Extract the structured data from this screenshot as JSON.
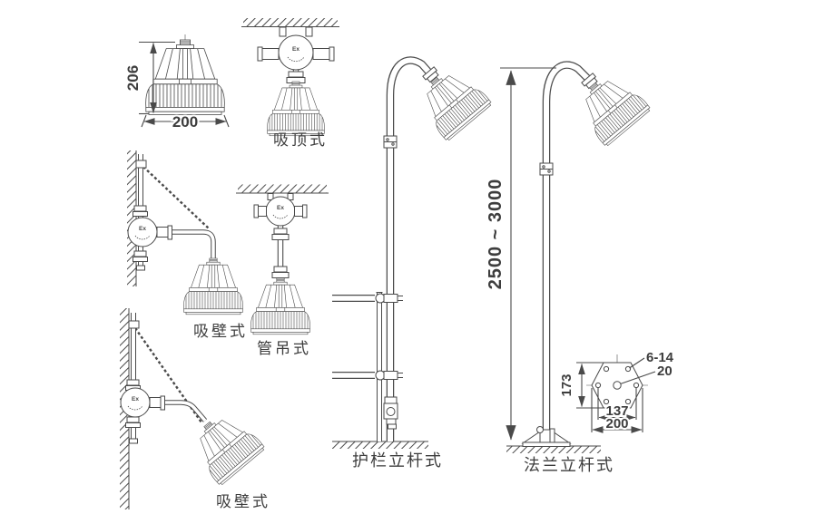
{
  "diagram": {
    "background": "#ffffff",
    "line_color": "#4a4a4a",
    "text_color": "#3d3d3d",
    "junction_box_mark": "Ex",
    "views": [
      {
        "id": "front-view",
        "dims": {
          "height": "206",
          "width": "200"
        }
      },
      {
        "id": "ceiling-mount",
        "label": "吸顶式"
      },
      {
        "id": "wall-mount-upper",
        "label": "吸壁式"
      },
      {
        "id": "pipe-hung",
        "label": "管吊式"
      },
      {
        "id": "wall-mount-lower",
        "label": "吸壁式"
      },
      {
        "id": "guardrail-pole",
        "label": "护栏立杆式"
      },
      {
        "id": "flange-pole",
        "label": "法兰立杆式",
        "pole_height_range": "2500 ~ 3000"
      }
    ],
    "flange_detail": {
      "hole_callout": "6-14",
      "center_hole_dia": "20",
      "plate_height": "173",
      "bolt_spacing": "137",
      "plate_width": "200"
    }
  }
}
